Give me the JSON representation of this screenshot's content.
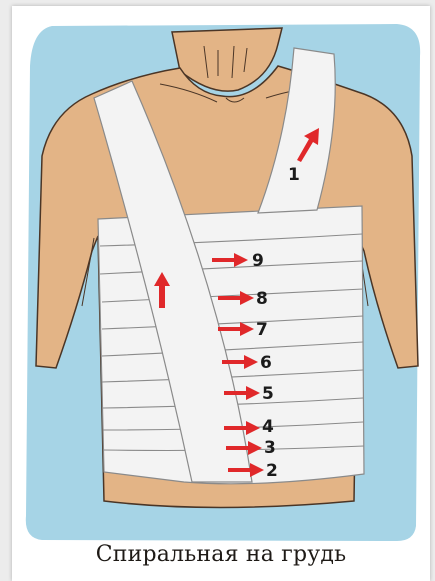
{
  "caption": "Спиральная на грудь",
  "turns": [
    {
      "number": "1",
      "direction": "up-right"
    },
    {
      "number": "9",
      "direction": "right"
    },
    {
      "number": "8",
      "direction": "right"
    },
    {
      "number": "7",
      "direction": "right"
    },
    {
      "number": "6",
      "direction": "right"
    },
    {
      "number": "5",
      "direction": "right"
    },
    {
      "number": "4",
      "direction": "right"
    },
    {
      "number": "3",
      "direction": "right"
    },
    {
      "number": "2",
      "direction": "right"
    }
  ],
  "colors": {
    "background": "#a6d4e6",
    "skin": "#e3b486",
    "skin_outline": "#4a3526",
    "bandage": "#f3f3f3",
    "bandage_line": "#8a8a8a",
    "arrow": "#e0282a"
  }
}
